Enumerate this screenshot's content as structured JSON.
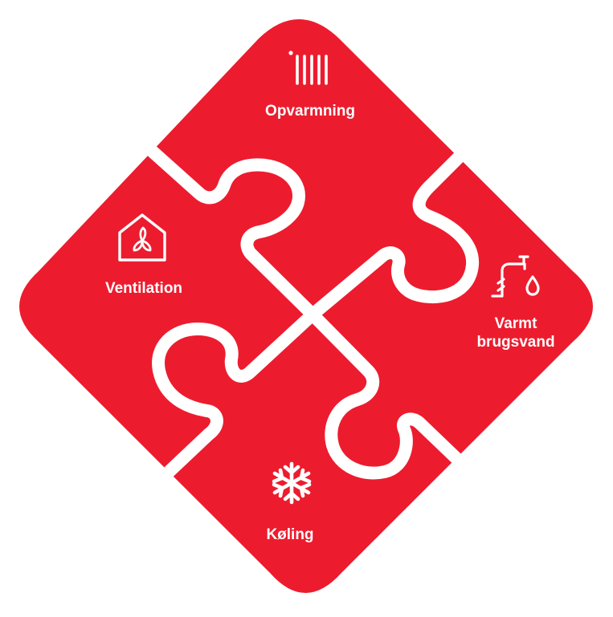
{
  "colors": {
    "piece": "#ec1c2e",
    "gap": "#ffffff",
    "label": "#ffffff"
  },
  "pieces": {
    "top": {
      "label": "Opvarmning",
      "icon": "radiator-icon"
    },
    "left": {
      "label": "Ventilation",
      "icon": "house-fan-icon"
    },
    "right": {
      "label_line1": "Varmt",
      "label_line2": "brugsvand",
      "icon": "tap-water-drop-icon"
    },
    "bottom": {
      "label": "Køling",
      "icon": "snowflake-icon"
    }
  }
}
